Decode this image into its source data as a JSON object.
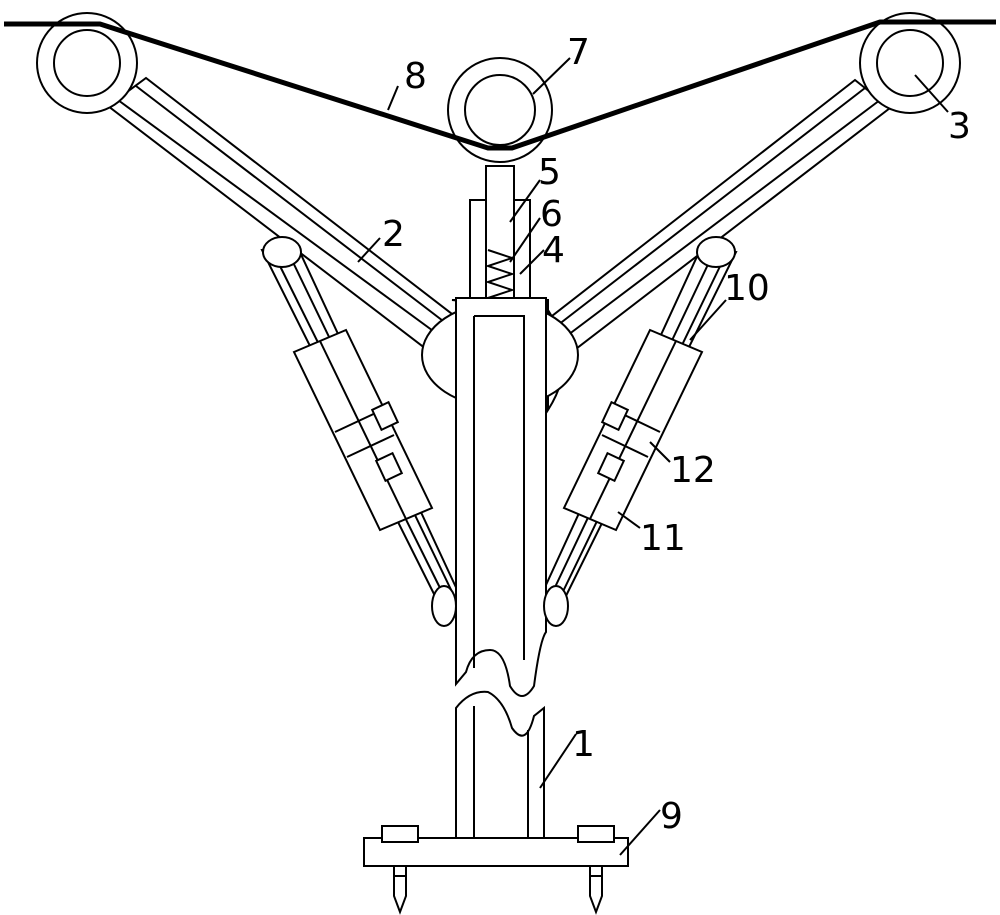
{
  "diagram": {
    "labels": {
      "pole": "1",
      "arm": "2",
      "pulley_end": "3",
      "tube": "4",
      "rod": "5",
      "spring": "6",
      "pulley_center": "7",
      "cable": "8",
      "base": "9",
      "brace": "10",
      "sleeve": "11",
      "bolt": "12"
    },
    "colors": {
      "line": "#000000",
      "background": "#ffffff"
    }
  }
}
